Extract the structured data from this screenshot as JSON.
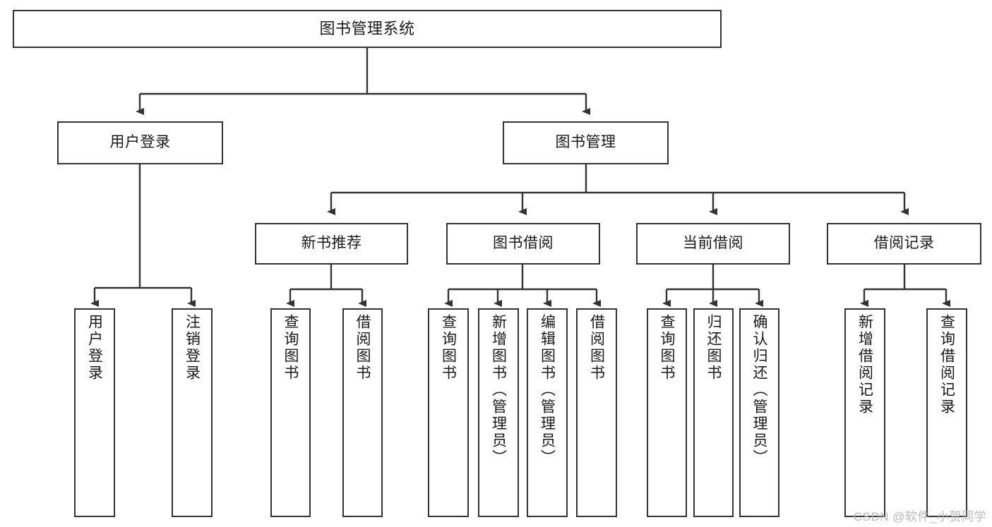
{
  "diagram": {
    "title": "图书管理系统",
    "type": "tree-hierarchy-chart",
    "watermark": "CSDN @软件_小贺同学",
    "colors": {
      "box_border": "#333333",
      "box_fill": "#ffffff",
      "connector": "#333333",
      "text": "#1a1a1a",
      "watermark": "#b9b9b9"
    },
    "nodes": {
      "root": {
        "label": "图书管理系统"
      },
      "level2": [
        {
          "label": "用户登录"
        },
        {
          "label": "图书管理"
        }
      ],
      "level3": [
        {
          "label": "新书推荐"
        },
        {
          "label": "图书借阅"
        },
        {
          "label": "当前借阅"
        },
        {
          "label": "借阅记录"
        }
      ],
      "leaves_user_login": [
        {
          "label": "用户登录"
        },
        {
          "label": "注销登录"
        }
      ],
      "leaves_new_book": [
        {
          "label": "查询图书"
        },
        {
          "label": "借阅图书"
        }
      ],
      "leaves_borrow": [
        {
          "label": "查询图书"
        },
        {
          "label": "新增图书（管理员）"
        },
        {
          "label": "编辑图书（管理员）"
        },
        {
          "label": "借阅图书"
        }
      ],
      "leaves_current": [
        {
          "label": "查询图书"
        },
        {
          "label": "归还图书"
        },
        {
          "label": "确认归还（管理员）"
        }
      ],
      "leaves_records": [
        {
          "label": "新增借阅记录"
        },
        {
          "label": "查询借阅记录"
        }
      ]
    }
  }
}
